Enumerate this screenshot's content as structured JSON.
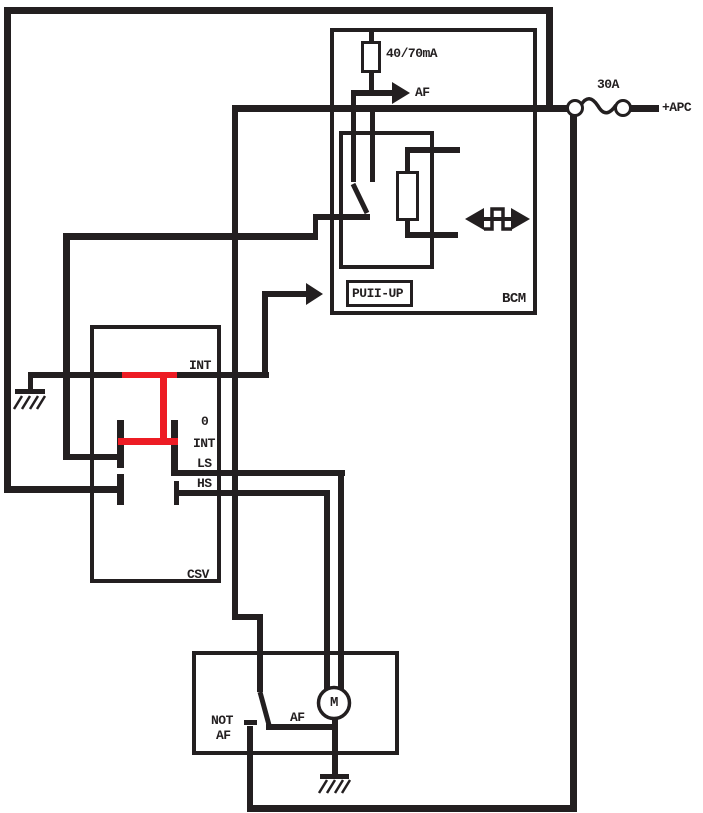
{
  "colors": {
    "wire": "#231f20",
    "highlight": "#ed1c24",
    "background": "#ffffff"
  },
  "power": {
    "fuse_rating": "30A",
    "source": "+APC"
  },
  "bcm": {
    "name": "BCM",
    "pullup": "PUII-UP",
    "resistor": "40/70mA",
    "signal": "AF"
  },
  "csv": {
    "name": "CSV",
    "pin_int": "INT",
    "pos_zero": "0",
    "pos_int": "INT",
    "pin_ls": "LS",
    "pin_hs": "HS"
  },
  "actuator": {
    "motor": "M",
    "af": "AF",
    "not_af_1": "NOT",
    "not_af_2": "AF"
  }
}
